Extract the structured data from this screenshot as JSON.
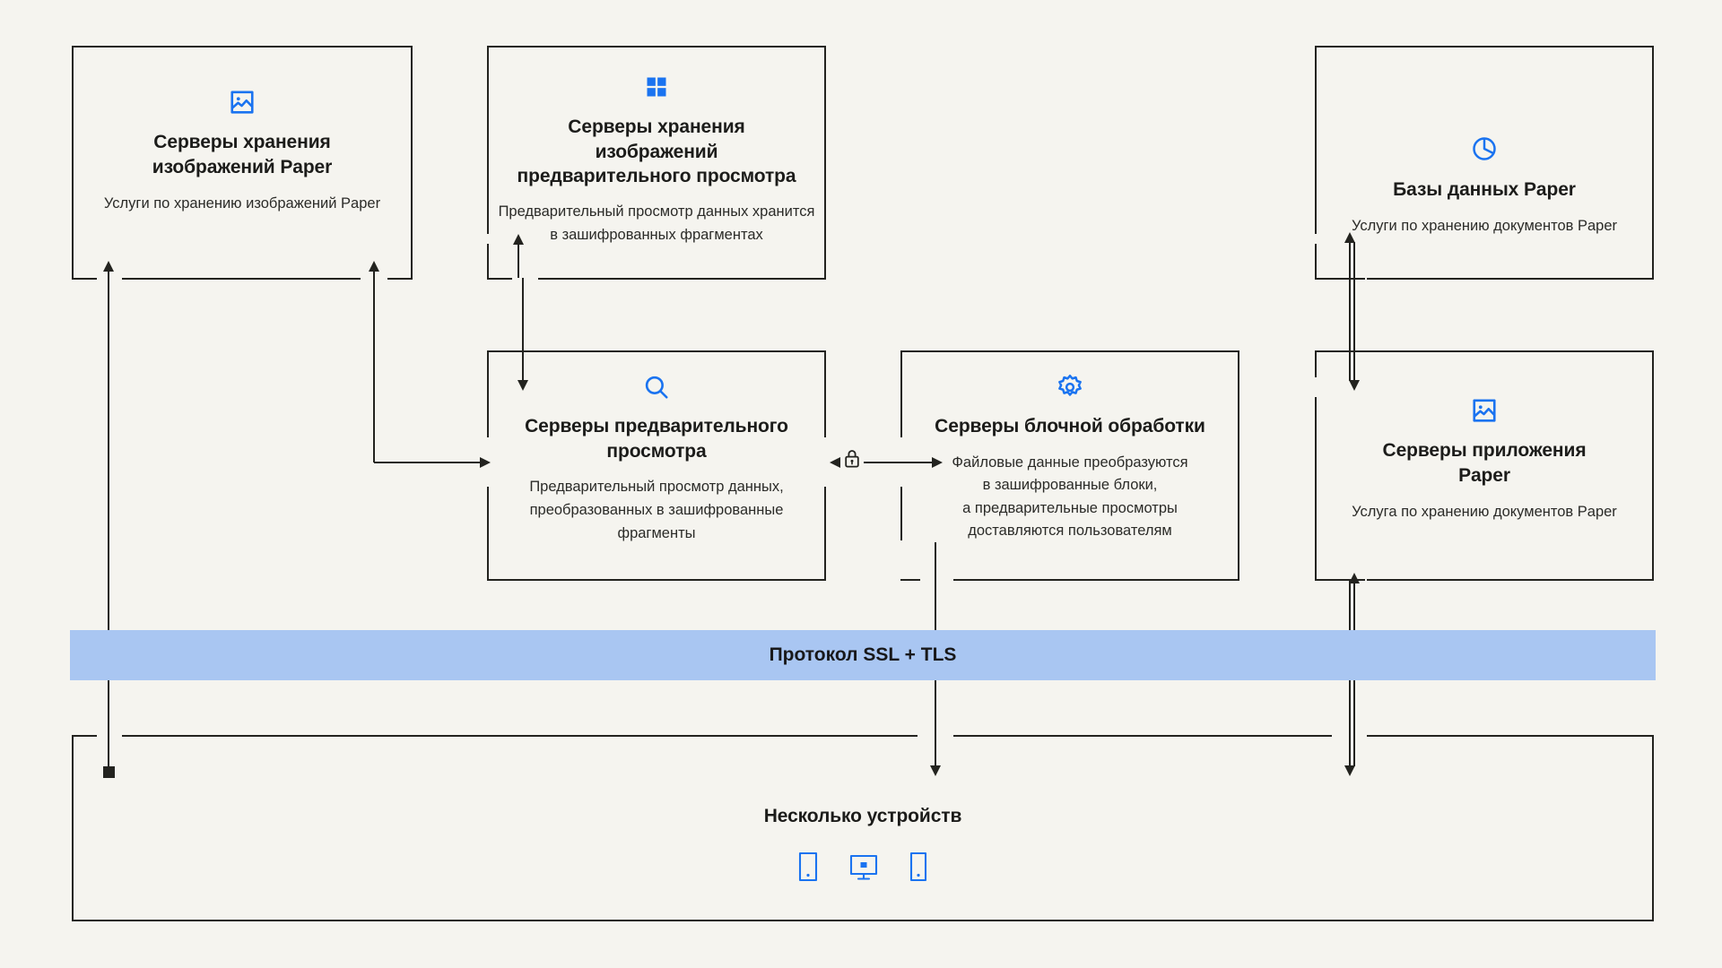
{
  "diagram": {
    "title": "Paper architecture data flow",
    "background_color": "#f5f4ef",
    "accent_color": "#1a73f0",
    "line_color": "#23231f",
    "banner_color": "#a9c6f2"
  },
  "nodes": {
    "paper_image_storage": {
      "icon": "image-icon",
      "title": "Серверы хранения изображений Paper",
      "title_lines": [
        "Серверы хранения",
        "изображений Paper"
      ],
      "desc_lines": [
        "Услуги по хранению изображений Paper"
      ]
    },
    "preview_image_storage": {
      "icon": "grid-squares-icon",
      "title": "Серверы хранения изображений предварительного просмотра",
      "title_lines": [
        "Серверы хранения",
        "изображений",
        "предварительного просмотра"
      ],
      "desc_lines": [
        "Предварительный просмотр данных хранится",
        "в зашифрованных фрагментах"
      ]
    },
    "paper_databases": {
      "icon": "pie-chart-icon",
      "title": "Базы данных Paper",
      "title_lines": [
        "Базы данных Paper"
      ],
      "desc_lines": [
        "Услуги по хранению документов Paper"
      ]
    },
    "preview_servers": {
      "icon": "magnifier-icon",
      "title": "Серверы предварительного просмотра",
      "title_lines": [
        "Серверы предварительного",
        "просмотра"
      ],
      "desc_lines": [
        "Предварительный просмотр данных,",
        "преобразованных в зашифрованные",
        "фрагменты"
      ]
    },
    "block_processing_servers": {
      "icon": "gear-icon",
      "title": "Серверы блочной обработки",
      "title_lines": [
        "Серверы блочной обработки"
      ],
      "desc_lines": [
        "Файловые данные преобразуются",
        "в зашифрованные блоки,",
        "а предварительные просмотры",
        "доставляются пользователям"
      ]
    },
    "paper_app_servers": {
      "icon": "image-icon",
      "title": "Серверы приложения Paper",
      "title_lines": [
        "Серверы приложения",
        "Paper"
      ],
      "desc_lines": [
        "Услуга по хранению документов Paper"
      ]
    },
    "multiple_devices": {
      "title": "Несколько устройств",
      "title_lines": [
        "Несколько устройств"
      ],
      "device_icons": [
        "tablet-icon",
        "desktop-monitor-icon",
        "phone-icon"
      ]
    }
  },
  "banner": {
    "label": "Протокол SSL + TLS"
  },
  "connector_icons": {
    "lock": "padlock-icon"
  }
}
